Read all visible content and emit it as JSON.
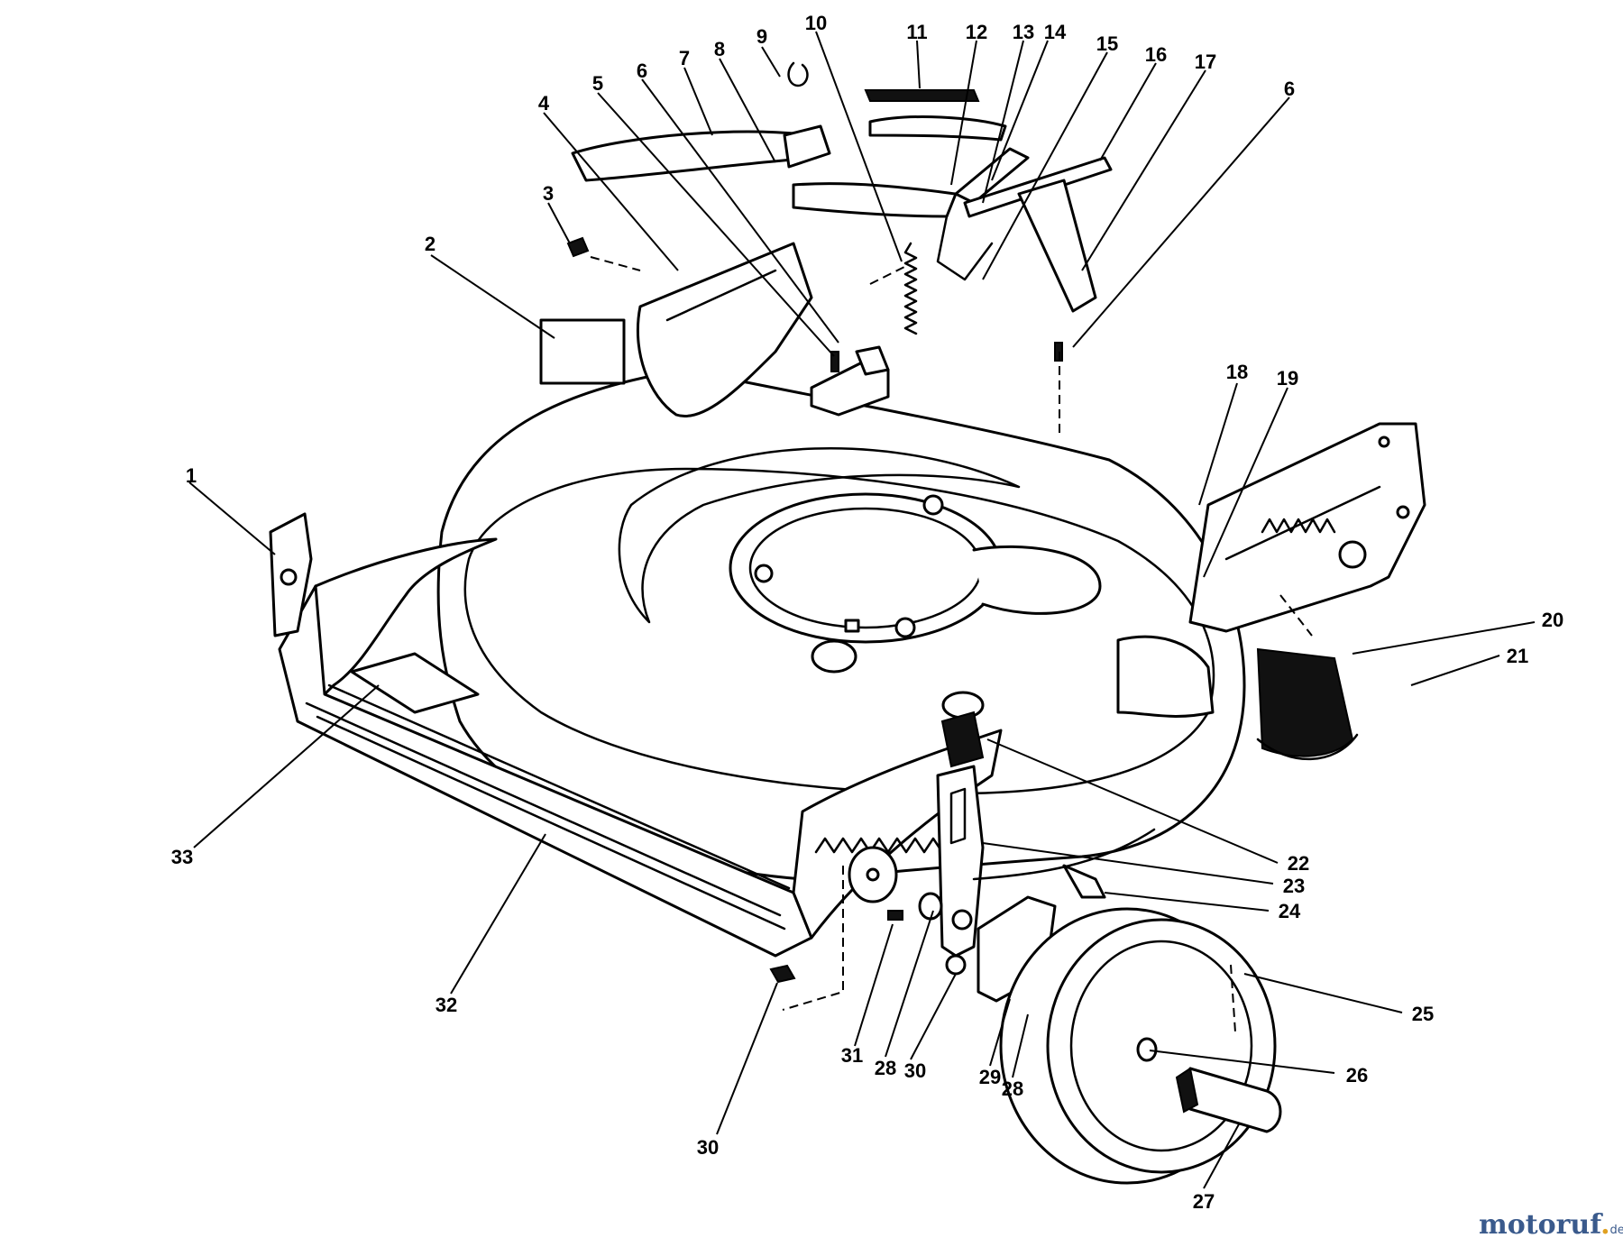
{
  "callouts": [
    {
      "id": "c1",
      "label": "1"
    },
    {
      "id": "c2",
      "label": "2"
    },
    {
      "id": "c3",
      "label": "3"
    },
    {
      "id": "c4",
      "label": "4"
    },
    {
      "id": "c5",
      "label": "5"
    },
    {
      "id": "c6a",
      "label": "6"
    },
    {
      "id": "c7",
      "label": "7"
    },
    {
      "id": "c8",
      "label": "8"
    },
    {
      "id": "c9",
      "label": "9"
    },
    {
      "id": "c10",
      "label": "10"
    },
    {
      "id": "c11",
      "label": "11"
    },
    {
      "id": "c12",
      "label": "12"
    },
    {
      "id": "c13",
      "label": "13"
    },
    {
      "id": "c14",
      "label": "14"
    },
    {
      "id": "c15",
      "label": "15"
    },
    {
      "id": "c16",
      "label": "16"
    },
    {
      "id": "c17",
      "label": "17"
    },
    {
      "id": "c6b",
      "label": "6"
    },
    {
      "id": "c18",
      "label": "18"
    },
    {
      "id": "c19",
      "label": "19"
    },
    {
      "id": "c20",
      "label": "20"
    },
    {
      "id": "c21",
      "label": "21"
    },
    {
      "id": "c22",
      "label": "22"
    },
    {
      "id": "c23",
      "label": "23"
    },
    {
      "id": "c24",
      "label": "24"
    },
    {
      "id": "c25",
      "label": "25"
    },
    {
      "id": "c26",
      "label": "26"
    },
    {
      "id": "c27",
      "label": "27"
    },
    {
      "id": "c28a",
      "label": "28"
    },
    {
      "id": "c30a",
      "label": "30"
    },
    {
      "id": "c29",
      "label": "29"
    },
    {
      "id": "c28b",
      "label": "28"
    },
    {
      "id": "c31",
      "label": "31"
    },
    {
      "id": "c30b",
      "label": "30"
    },
    {
      "id": "c32",
      "label": "32"
    },
    {
      "id": "c33",
      "label": "33"
    }
  ],
  "watermark": {
    "brand_main": "motoruf",
    "brand_dot": ".",
    "brand_tld": "de"
  },
  "colors": {
    "line": "#000000",
    "background": "#ffffff",
    "watermark_blue": "#3a5a8c",
    "watermark_orange": "#e0a020"
  }
}
